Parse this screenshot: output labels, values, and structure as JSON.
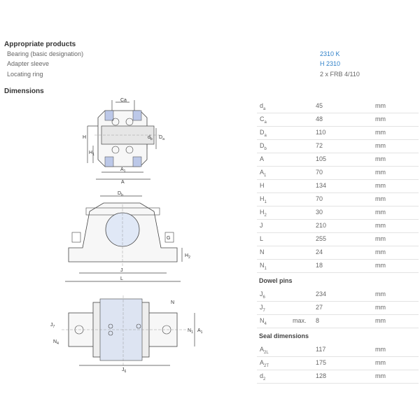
{
  "products": {
    "title": "Appropriate products",
    "rows": [
      {
        "label": "Bearing (basic designation)",
        "value": "2310 K"
      },
      {
        "label": "Adapter sleeve",
        "value": "H 2310"
      },
      {
        "label": "Locating ring",
        "value": "2 x FRB 4/110"
      }
    ]
  },
  "dimensions": {
    "title": "Dimensions",
    "main_rows": [
      {
        "sym": "d",
        "sub": "a",
        "value": "45",
        "unit": "mm"
      },
      {
        "sym": "C",
        "sub": "a",
        "value": "48",
        "unit": "mm"
      },
      {
        "sym": "D",
        "sub": "a",
        "value": "110",
        "unit": "mm"
      },
      {
        "sym": "D",
        "sub": "b",
        "value": "72",
        "unit": "mm"
      },
      {
        "sym": "A",
        "sub": "",
        "value": "105",
        "unit": "mm"
      },
      {
        "sym": "A",
        "sub": "1",
        "value": "70",
        "unit": "mm"
      },
      {
        "sym": "H",
        "sub": "",
        "value": "134",
        "unit": "mm"
      },
      {
        "sym": "H",
        "sub": "1",
        "value": "70",
        "unit": "mm"
      },
      {
        "sym": "H",
        "sub": "2",
        "value": "30",
        "unit": "mm"
      },
      {
        "sym": "J",
        "sub": "",
        "value": "210",
        "unit": "mm"
      },
      {
        "sym": "L",
        "sub": "",
        "value": "255",
        "unit": "mm"
      },
      {
        "sym": "N",
        "sub": "",
        "value": "24",
        "unit": "mm"
      },
      {
        "sym": "N",
        "sub": "1",
        "value": "18",
        "unit": "mm"
      }
    ],
    "dowel_title": "Dowel pins",
    "dowel_rows": [
      {
        "sym": "J",
        "sub": "6",
        "mod": "",
        "value": "234",
        "unit": "mm"
      },
      {
        "sym": "J",
        "sub": "7",
        "mod": "",
        "value": "27",
        "unit": "mm"
      },
      {
        "sym": "N",
        "sub": "4",
        "mod": "max.",
        "value": "8",
        "unit": "mm"
      }
    ],
    "seal_title": "Seal dimensions",
    "seal_rows": [
      {
        "sym": "A",
        "sub": "2L",
        "value": "117",
        "unit": "mm"
      },
      {
        "sym": "A",
        "sub": "2T",
        "value": "175",
        "unit": "mm"
      },
      {
        "sym": "d",
        "sub": "2",
        "value": "128",
        "unit": "mm"
      }
    ]
  },
  "drawing_labels": {
    "top": {
      "ca": "Ca",
      "h": "H",
      "h1": "H",
      "h1_sub": "1",
      "db": "d",
      "db_sub": "b",
      "da": "D",
      "da_sub": "a",
      "a1": "A",
      "a1_sub": "1",
      "a": "A"
    },
    "front": {
      "db": "D",
      "db_sub": "b",
      "g": "G",
      "h2": "H",
      "h2_sub": "2",
      "j": "J",
      "l": "L"
    },
    "bottom": {
      "n": "N",
      "j7": "J",
      "j7_sub": "7",
      "n1": "N",
      "n1_sub": "1",
      "a1": "A",
      "a1_sub": "1",
      "n4": "N",
      "n4_sub": "4",
      "j6": "J",
      "j6_sub": "6"
    }
  }
}
